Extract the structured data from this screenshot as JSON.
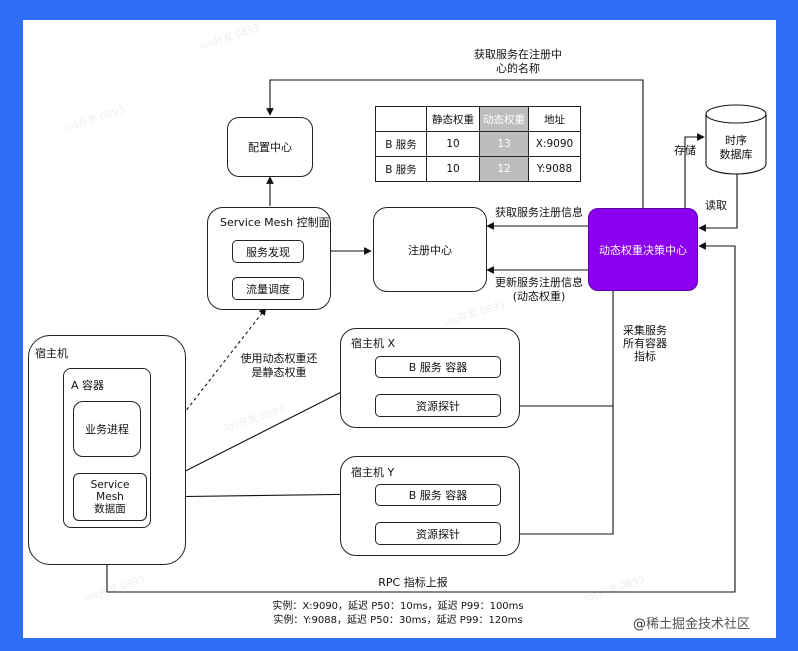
{
  "config_center": "配置中心",
  "mesh_control": {
    "title": "Service Mesh 控制面",
    "service_discovery": "服务发现",
    "traffic_scheduling": "流量调度"
  },
  "registry": "注册中心",
  "decision_center": "动态权重决策中心",
  "tsdb": {
    "line1": "时序",
    "line2": "数据库"
  },
  "weights_table": {
    "headers": [
      "",
      "静态权重",
      "动态权重",
      "地址"
    ],
    "rows": [
      [
        "B 服务",
        "10",
        "13",
        "X:9090"
      ],
      [
        "B 服务",
        "10",
        "12",
        "Y:9088"
      ]
    ]
  },
  "host_main": {
    "title": "宿主机",
    "container": "A 容器",
    "process": "业务进程",
    "data_plane": {
      "line1": "Service",
      "line2": "Mesh",
      "line3": "数据面"
    }
  },
  "host_x": {
    "title": "宿主机 X",
    "container": "B 服务 容器",
    "probe": "资源探针"
  },
  "host_y": {
    "title": "宿主机 Y",
    "container": "B 服务 容器",
    "probe": "资源探针"
  },
  "labels": {
    "get_name_1": "获取服务在注册中",
    "get_name_2": "心的名称",
    "store": "存储",
    "read": "读取",
    "get_reg_info": "获取服务注册信息",
    "update_reg_1": "更新服务注册信息",
    "update_reg_2": "(动态权重)",
    "collect_1": "采集服务",
    "collect_2": "所有容器",
    "collect_3": "指标",
    "use_weight_1": "使用动态权重还",
    "use_weight_2": "是静态权重",
    "rpc_report": "RPC 指标上报",
    "instance_1": "实例：X:9090，延迟 P50：10ms，延迟 P99：100ms",
    "instance_2": "实例：Y:9088，延迟 P50：30ms，延迟 P99：120ms"
  },
  "credit": {
    "at": "@",
    "text": "稀土掘金技术社区"
  },
  "colors": {
    "frame": "#2f6df6",
    "decision_center": "#8a00ef",
    "highlight_cell": "#bdbdbd"
  }
}
